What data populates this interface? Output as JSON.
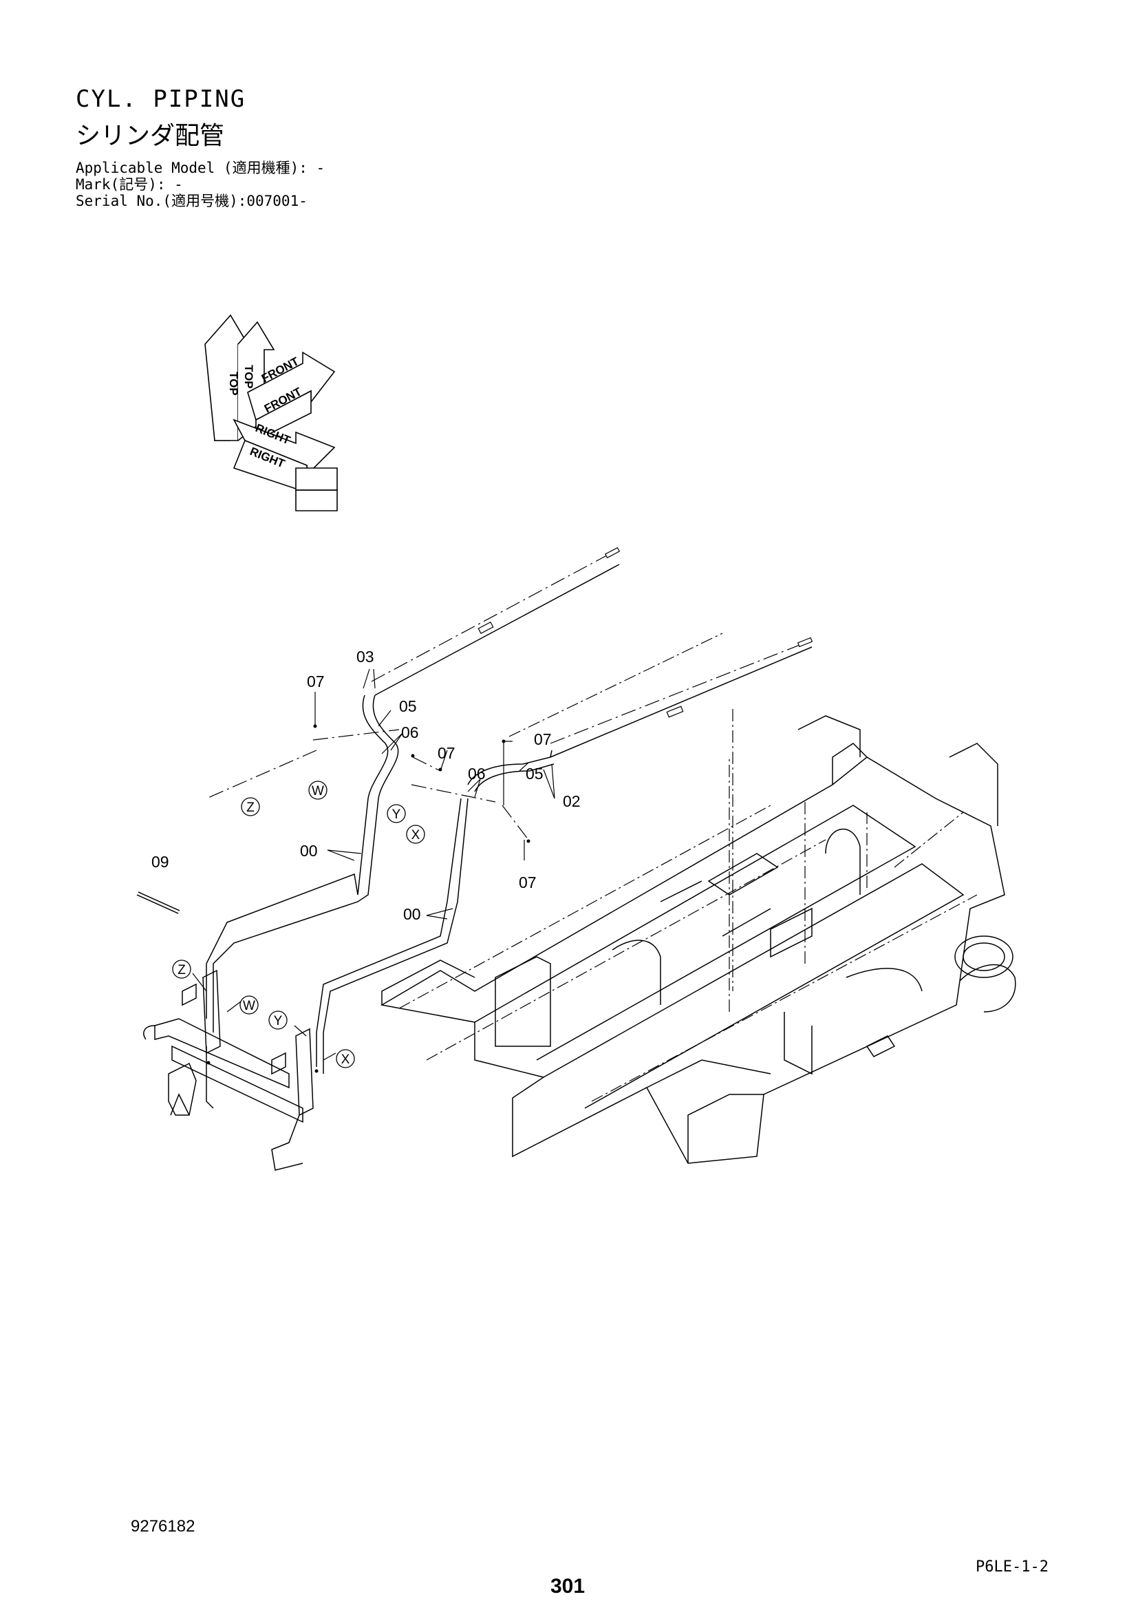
{
  "header": {
    "title_en": "CYL. PIPING",
    "title_jp": "シリンダ配管",
    "applicable_model": "Applicable Model (適用機種): -",
    "mark": "Mark(記号): -",
    "serial_no": "Serial No.(適用号機):007001-"
  },
  "orientation": {
    "top_1": "TOP",
    "top_2": "TOP",
    "front_1": "FRONT",
    "front_2": "FRONT",
    "right_1": "RIGHT",
    "right_2": "RIGHT"
  },
  "callouts": {
    "c03": "03",
    "c07_a": "07",
    "c05_a": "05",
    "c06_a": "06",
    "c07_b": "07",
    "c07_c": "07",
    "c06_b": "06",
    "c05_b": "05",
    "c02": "02",
    "c07_d": "07",
    "c00_a": "00",
    "c00_b": "00",
    "c09": "09"
  },
  "markers": {
    "z_top": "Z",
    "w_top": "W",
    "y_top": "Y",
    "x_top": "X",
    "z_bottom": "Z",
    "w_bottom": "W",
    "y_bottom": "Y",
    "x_bottom": "X"
  },
  "footer": {
    "drawing_no": "9276182",
    "page_code": "P6LE-1-2",
    "page_no": "301"
  }
}
